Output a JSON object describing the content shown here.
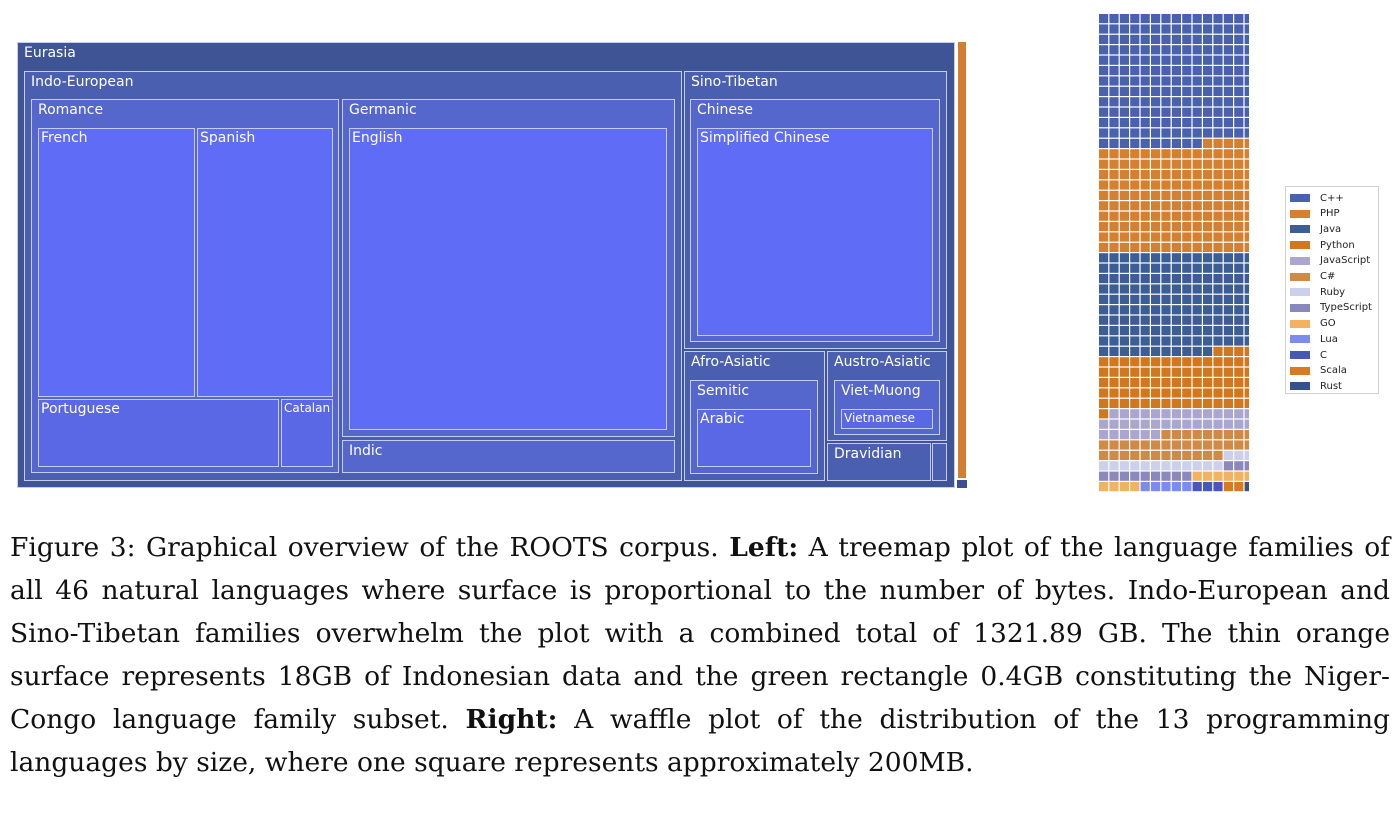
{
  "treemap": {
    "eurasia": "Eurasia",
    "indo_european": "Indo-European",
    "romance": "Romance",
    "french": "French",
    "spanish": "Spanish",
    "portuguese": "Portuguese",
    "catalan": "Catalan",
    "germanic": "Germanic",
    "english": "English",
    "indic": "Indic",
    "sino_tibetan": "Sino-Tibetan",
    "chinese": "Chinese",
    "simplified_chinese": "Simplified Chinese",
    "afro_asiatic": "Afro-Asiatic",
    "semitic": "Semitic",
    "arabic": "Arabic",
    "austro_asiatic": "Austro-Asiatic",
    "viet_muong": "Viet-Muong",
    "vietnamese": "Vietnamese",
    "dravidian": "Dravidian",
    "colors": {
      "base": "#3e5495",
      "leaf": "#5f6cf5",
      "indonesian": "#d37f33"
    }
  },
  "chart_data": {
    "type": "waffle",
    "columns": 15,
    "rows": 46,
    "legend_order": [
      "C++",
      "PHP",
      "Java",
      "Python",
      "JavaScript",
      "C#",
      "Ruby",
      "TypeScript",
      "GO",
      "Lua",
      "C",
      "Scala",
      "Rust"
    ],
    "series": [
      {
        "name": "C++",
        "squares": 190,
        "color": "#4a62ad"
      },
      {
        "name": "PHP",
        "squares": 155,
        "color": "#d57f31"
      },
      {
        "name": "Java",
        "squares": 146,
        "color": "#3d5d95"
      },
      {
        "name": "Python",
        "squares": 80,
        "color": "#d1781f"
      },
      {
        "name": "JavaScript",
        "squares": 35,
        "color": "#a9a7cf"
      },
      {
        "name": "C#",
        "squares": 36,
        "color": "#d08a45"
      },
      {
        "name": "Ruby",
        "squares": 15,
        "color": "#cdd0ea"
      },
      {
        "name": "TypeScript",
        "squares": 12,
        "color": "#8b88bb"
      },
      {
        "name": "GO",
        "squares": 10,
        "color": "#f3b25f"
      },
      {
        "name": "Lua",
        "squares": 5,
        "color": "#7b8cf0"
      },
      {
        "name": "C",
        "squares": 3,
        "color": "#4758b8"
      },
      {
        "name": "Scala",
        "squares": 2,
        "color": "#d97a20"
      },
      {
        "name": "Rust",
        "squares": 1,
        "color": "#36548c"
      }
    ]
  },
  "caption": {
    "fig_label": "Figure 3: Graphical overview of the ROOTS corpus.",
    "left_label": "Left:",
    "left_text": "A treemap plot of the language families of all 46 natural languages where surface is proportional to the number of bytes. Indo-European and Sino-Tibetan families overwhelm the plot with a combined total of 1321.89 GB. The thin orange surface represents 18GB of Indonesian data and the green rectangle 0.4GB constituting the Niger-Congo language family subset.",
    "right_label": "Right:",
    "right_text": "A waffle plot of the distribution of the 13 programming languages by size, where one square represents approximately 200MB."
  }
}
